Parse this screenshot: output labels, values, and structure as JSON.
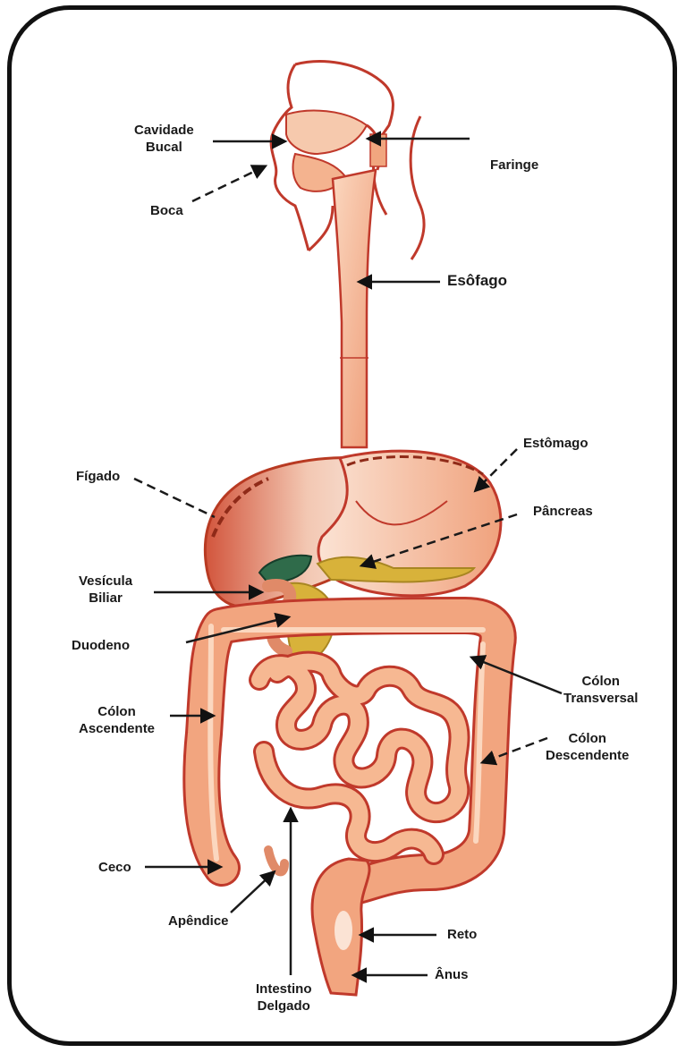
{
  "labels": {
    "cavidade_bucal": "Cavidade\nBucal",
    "boca": "Boca",
    "faringe": "Faringe",
    "esofago": "Esôfago",
    "estomago": "Estômago",
    "figado": "Fígado",
    "pancreas": "Pâncreas",
    "vesicula_biliar": "Vesícula\nBiliar",
    "duodeno": "Duodeno",
    "colon_transversal": "Cólon\nTransversal",
    "colon_ascendente": "Cólon\nAscendente",
    "colon_descendente": "Cólon\nDescendente",
    "ceco": "Ceco",
    "apendice": "Apêndice",
    "reto": "Reto",
    "anus": "Ânus",
    "intestino_delgado": "Intestino\nDelgado"
  },
  "colors": {
    "frame": "#111111",
    "organ_fill": "#f4b38f",
    "organ_outline": "#c0392b",
    "liver": "#e07a60",
    "gallbladder": "#2f6b4a",
    "pancreas": "#d8b23a",
    "leader_line": "#1a1a1a"
  }
}
